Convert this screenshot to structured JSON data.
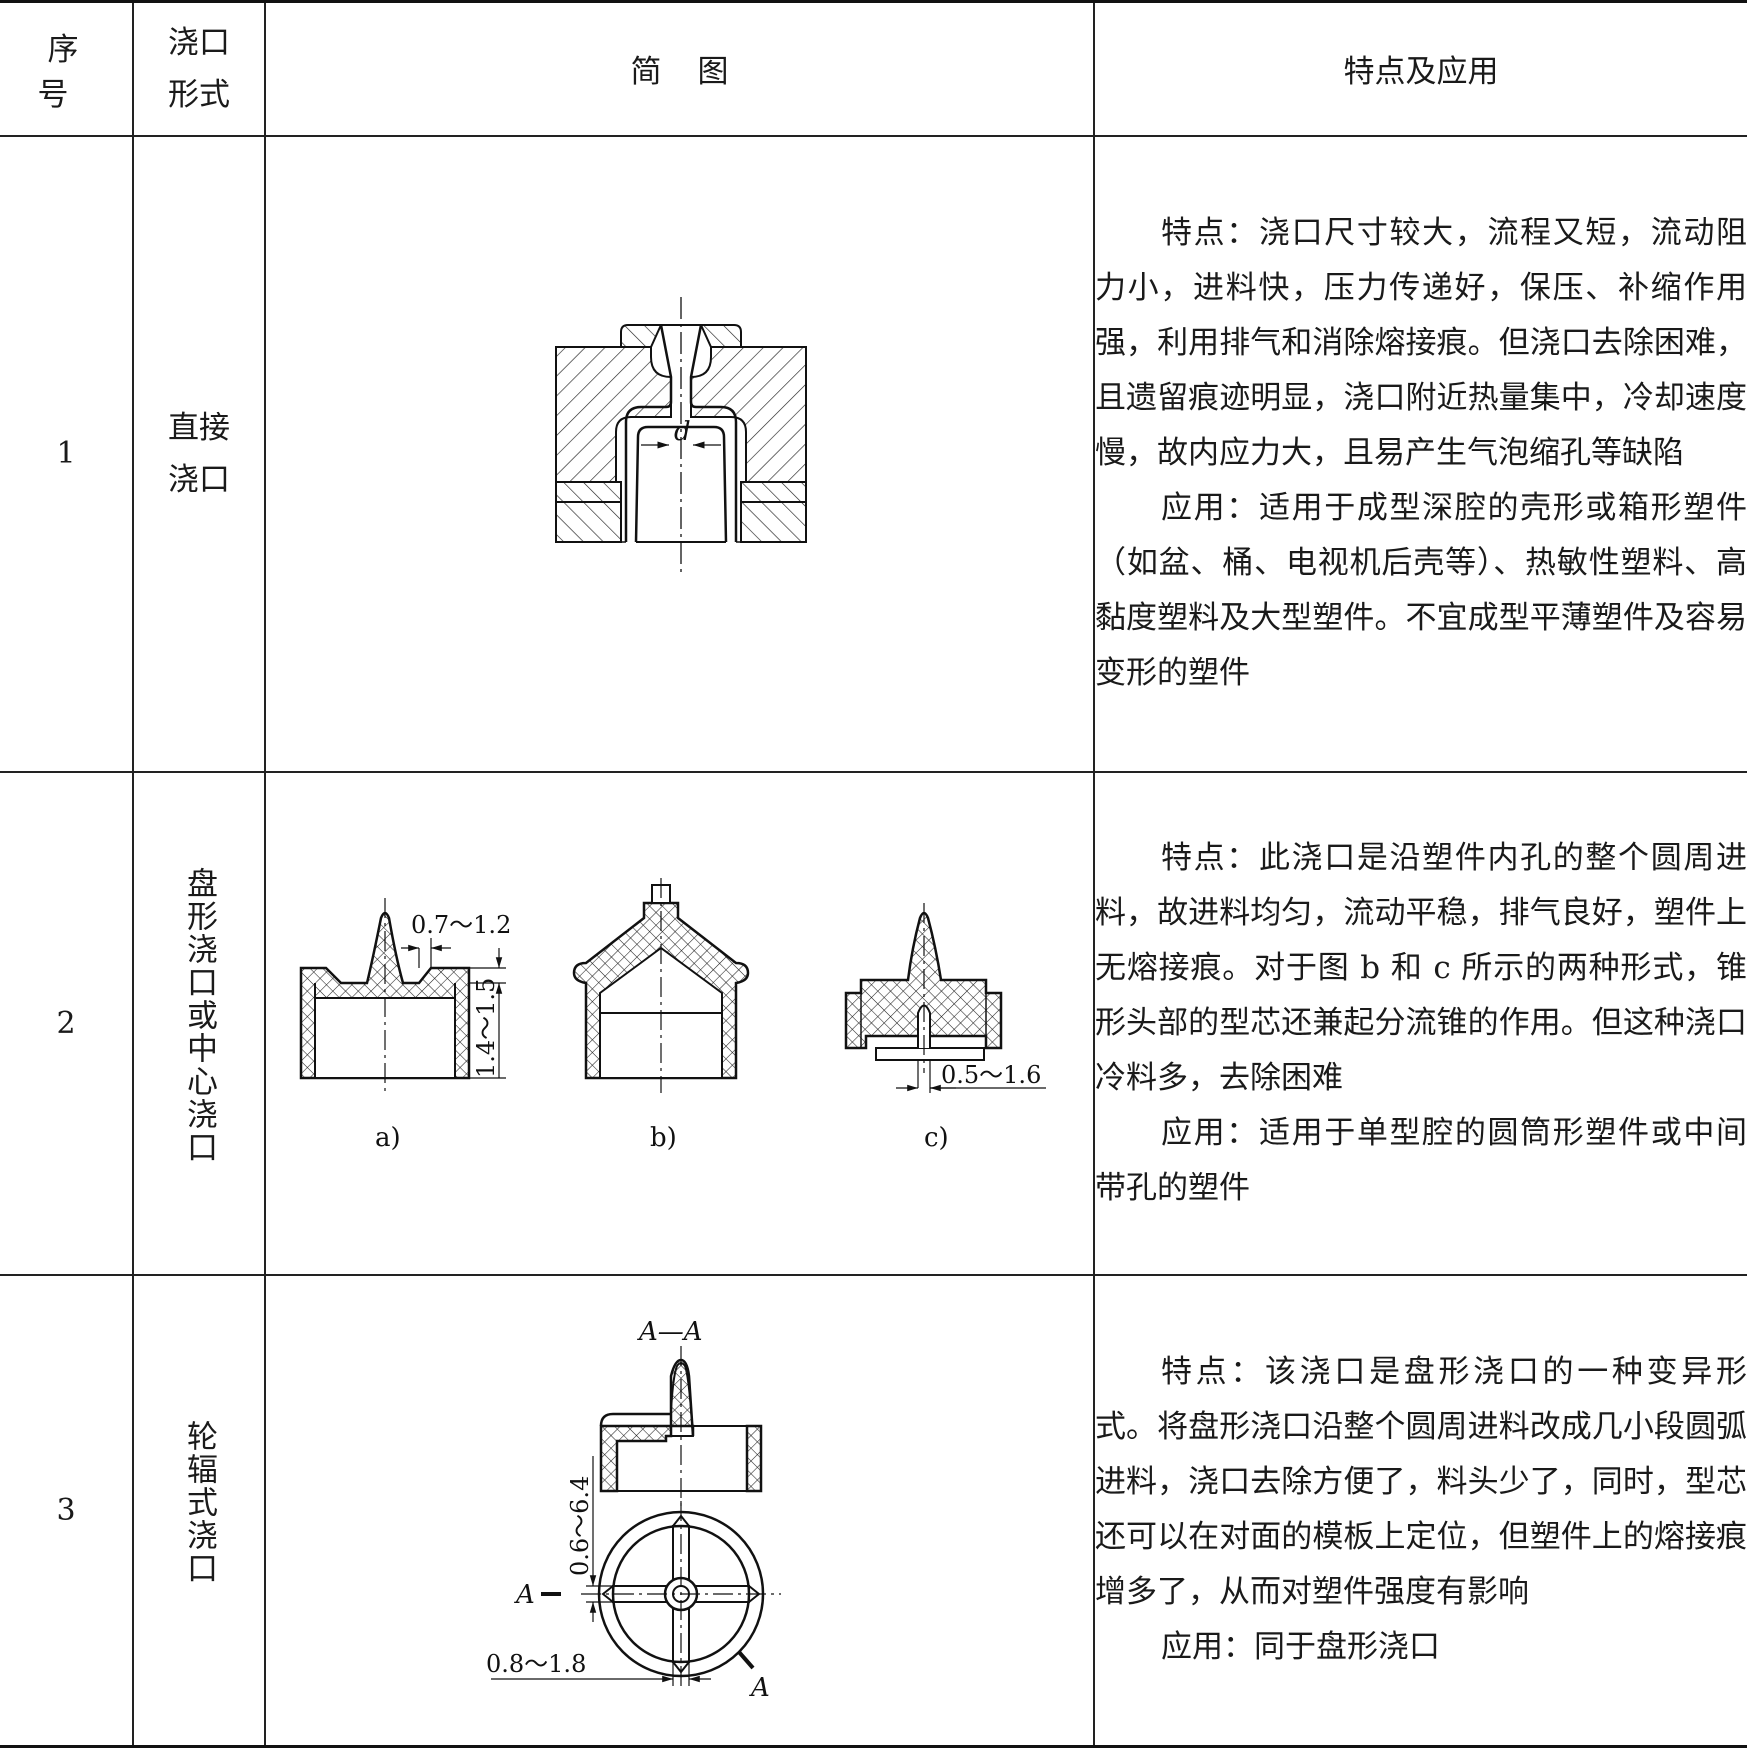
{
  "header": {
    "seq": "序号",
    "form_line1": "浇口",
    "form_line2": "形式",
    "figure": "简图",
    "features": "特点及应用"
  },
  "rows": [
    {
      "seq": "1",
      "form_line1": "直接",
      "form_line2": "浇口",
      "feature": "特点：浇口尺寸较大，流程又短，流动阻力小，进料快，压力传递好，保压、补缩作用强，利用排气和消除熔接痕。但浇口去除困难，且遗留痕迹明显，浇口附近热量集中，冷却速度慢，故内应力大，且易产生气泡缩孔等缺陷",
      "application": "应用：适用于成型深腔的壳形或箱形塑件（如盆、桶、电视机后壳等）、热敏性塑料、高黏度塑料及大型塑件。不宜成型平薄塑件及容易变形的塑件",
      "fig_labels": {
        "d": "d"
      }
    },
    {
      "seq": "2",
      "form": "盘形浇口或中心浇口",
      "feature": "特点：此浇口是沿塑件内孔的整个圆周进料，故进料均匀，流动平稳，排气良好，塑件上无熔接痕。对于图 b 和 c 所示的两种形式，锥形头部的型芯还兼起分流锥的作用。但这种浇口冷料多，去除困难",
      "application": "应用：适用于单型腔的圆筒形塑件或中间带孔的塑件",
      "fig_labels": {
        "dim_a_top": "0.7～1.2",
        "dim_a_side": "1.4～1.5",
        "dim_c": "0.5～1.6",
        "cap_a": "a)",
        "cap_b": "b)",
        "cap_c": "c)"
      }
    },
    {
      "seq": "3",
      "form": "轮辐式浇口",
      "feature": "特点：该浇口是盘形浇口的一种变异形式。将盘形浇口沿整个圆周进料改成几小段圆弧进料，浇口去除方便了，料头少了，同时，型芯还可以在对面的模板上定位，但塑件上的熔接痕增多了，从而对塑件强度有影响",
      "application": "应用：同于盘形浇口",
      "fig_labels": {
        "section": "A—A",
        "dim_vertical": "0.6～6.4",
        "dim_horizontal": "0.8～1.8",
        "mark_left": "A",
        "mark_right": "A"
      }
    }
  ]
}
